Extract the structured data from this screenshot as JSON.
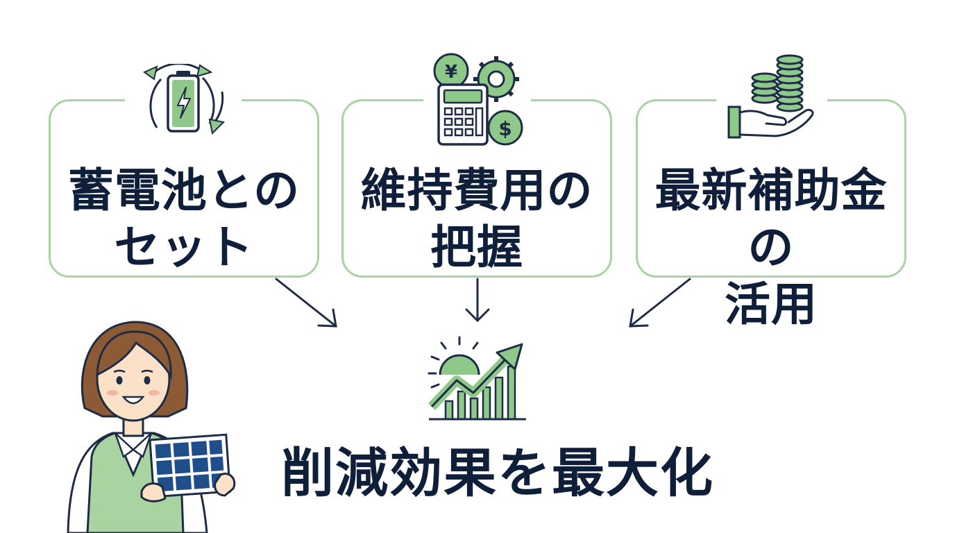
{
  "cards": [
    {
      "label": "蓄電池との\nセット",
      "icon": "battery-recycle-icon"
    },
    {
      "label": "維持費用の\n把握",
      "icon": "calculator-cost-icon"
    },
    {
      "label": "最新補助金の\n活用",
      "icon": "hand-coins-icon"
    }
  ],
  "result": {
    "label": "削減効果を最大化",
    "icon": "sun-growth-chart-icon"
  },
  "colors": {
    "border": "#a9d4a1",
    "accent": "#8ec98a",
    "text": "#0f1f3a",
    "stroke": "#1d2b45"
  },
  "character": {
    "icon": "woman-holding-solar-panel-icon"
  }
}
